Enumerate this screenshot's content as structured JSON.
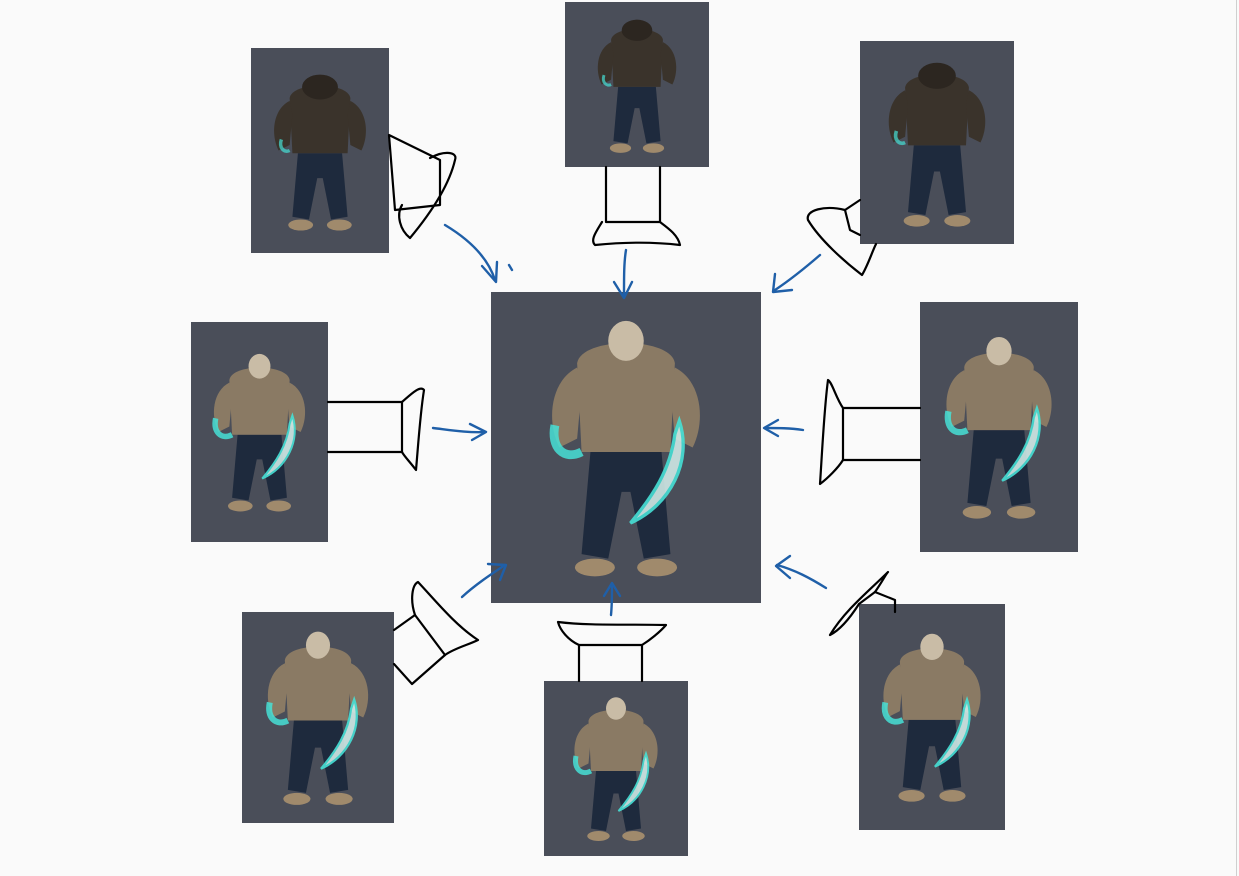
{
  "diagram": {
    "center_view": {
      "label": "front"
    },
    "views": [
      {
        "id": "back-left",
        "facing": "back"
      },
      {
        "id": "back",
        "facing": "back"
      },
      {
        "id": "back-right",
        "facing": "back"
      },
      {
        "id": "left",
        "facing": "side-left"
      },
      {
        "id": "right",
        "facing": "side-right"
      },
      {
        "id": "front-left",
        "facing": "front"
      },
      {
        "id": "front",
        "facing": "front"
      },
      {
        "id": "front-right",
        "facing": "front"
      }
    ],
    "colors": {
      "panel": "#4a4e59",
      "arrow": "#1f5fa8",
      "camera_stroke": "#000000",
      "glow": "#46e0d6",
      "skin": "#8a7a64",
      "pants": "#1e2a3d"
    }
  }
}
